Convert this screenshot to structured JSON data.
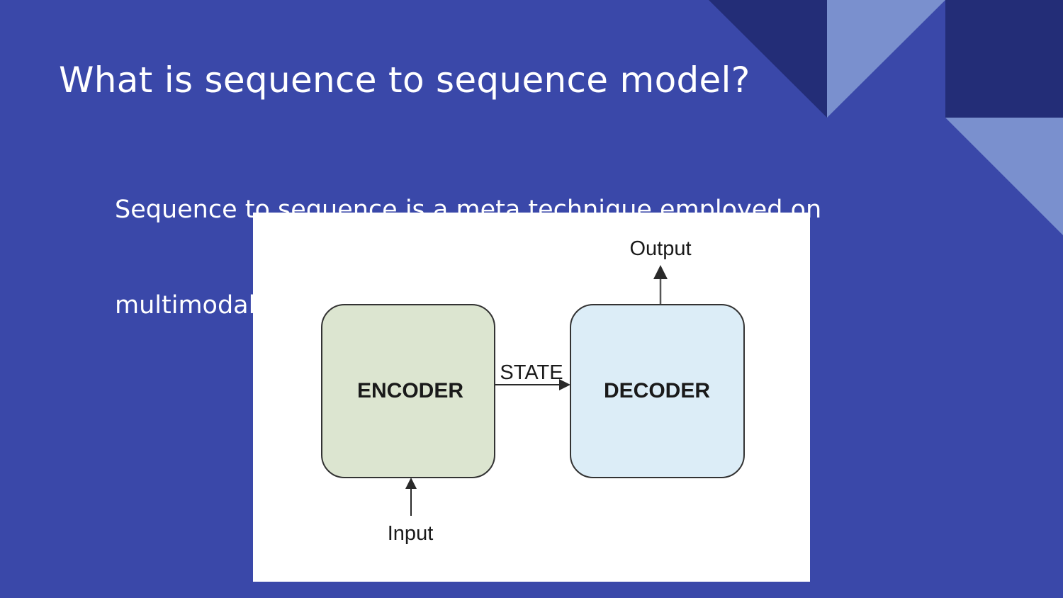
{
  "slide": {
    "title": "What is sequence to sequence model?",
    "body_lines": [
      "Sequence to sequence is a meta technique employed on",
      "multimodal models which  includes two basic units:-"
    ]
  },
  "diagram": {
    "encoder_label": "ENCODER",
    "decoder_label": "DECODER",
    "state_label": "STATE",
    "input_label": "Input",
    "output_label": "Output"
  },
  "colors": {
    "background": "#3a48a9",
    "accent_dark": "#232d77",
    "accent_light": "#7a90ce",
    "encoder_fill": "#dce5d0",
    "decoder_fill": "#dcedf7"
  }
}
